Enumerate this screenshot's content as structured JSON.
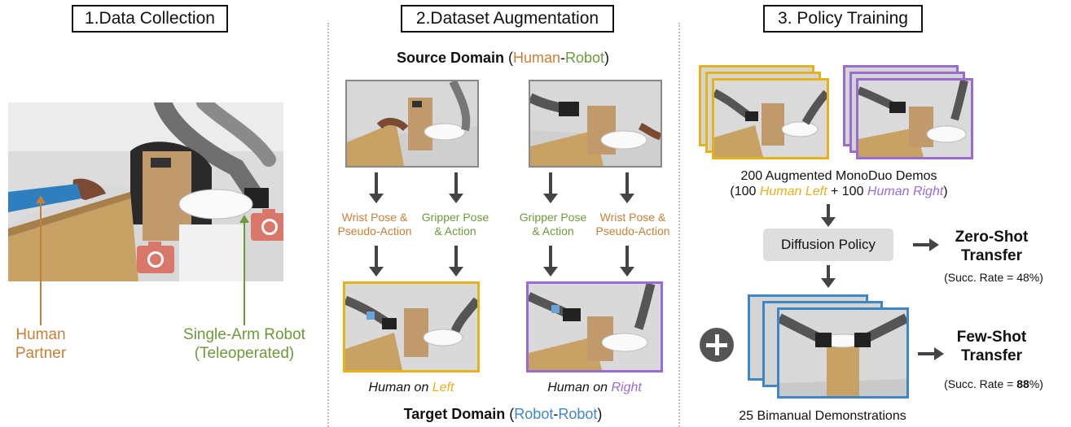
{
  "sections": {
    "data_collection": "1.Data Collection",
    "augmentation": "2.Dataset Augmentation",
    "policy_training": "3. Policy Training"
  },
  "left": {
    "human": "Human",
    "partner": "Partner",
    "robot": "Single-Arm Robot",
    "teleoperated": "(Teleoperated)"
  },
  "middle": {
    "source_bold": "Source Domain",
    "source_open": " (",
    "source_human": "Human",
    "source_dash": "-",
    "source_robot": "Robot",
    "source_close": ")",
    "wrist_pose": "Wrist Pose &",
    "pseudo_action": "Pseudo-Action",
    "gripper_pose": "Gripper Pose",
    "and_action": "& Action",
    "human_on": "Human on ",
    "left_word": "Left",
    "right_word": "Right",
    "target_bold": "Target Domain",
    "target_open": " (",
    "target_robot1": "Robot",
    "target_dash": "-",
    "target_robot2": "Robot",
    "target_close": ")"
  },
  "right": {
    "demos_title": "200 Augmented MonoDuo Demos",
    "demos_open": "(100 ",
    "human_left": "Human Left",
    "demos_plus": " + 100 ",
    "human_right": "Human Right",
    "demos_close": ")",
    "diffusion_policy": "Diffusion Policy",
    "zero_shot_1": "Zero-Shot",
    "zero_shot_2": "Transfer",
    "zero_rate": "(Succ. Rate = 48%)",
    "few_shot_1": "Few-Shot",
    "few_shot_2": "Transfer",
    "few_rate_pre": "(Succ. Rate = ",
    "few_rate_val": "88",
    "few_rate_post": "%)",
    "bimanual": "25 Bimanual Demonstrations",
    "plus_icon": "plus-icon"
  },
  "colors": {
    "human_orange": "#c97e35",
    "robot_green": "#6a9a3a",
    "left_yellow": "#e3b21c",
    "right_purple": "#9a6bd0",
    "robot_blue": "#3f86c7",
    "camera": "#d9776a"
  }
}
